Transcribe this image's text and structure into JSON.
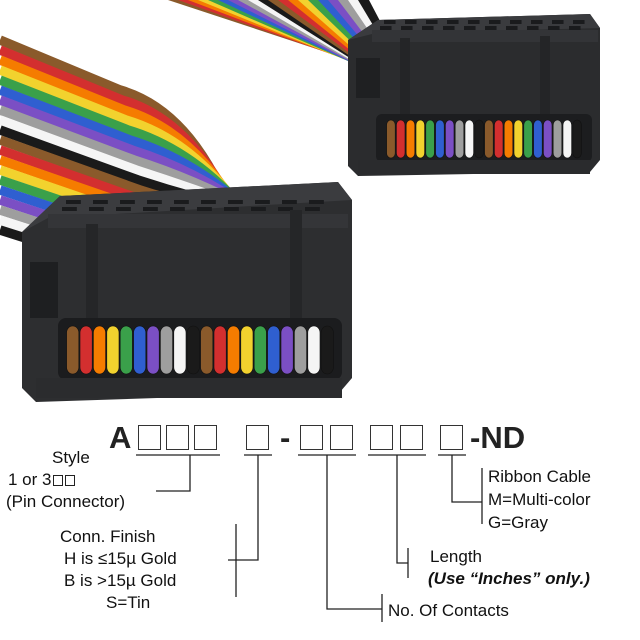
{
  "part_number": {
    "prefix": "A",
    "suffix": "-ND",
    "separator": "-"
  },
  "labels": {
    "style": {
      "title": "Style",
      "line1": "1 or 3",
      "line2": "(Pin Connector)"
    },
    "conn_finish": {
      "title": "Conn. Finish",
      "line1": "H is ≤15µ Gold",
      "line2": "B is >15µ Gold",
      "line3": "S=Tin"
    },
    "ribbon": {
      "title": "Ribbon Cable",
      "line1": "M=Multi-color",
      "line2": "G=Gray"
    },
    "length": {
      "title": "Length",
      "note": "(Use “Inches” only.)"
    },
    "contacts": {
      "title": "No. Of Contacts"
    }
  },
  "colors": {
    "housing": "#2e2f31",
    "housing_light": "#3c3d40",
    "line": "#222222",
    "ribbon": [
      "#8a5a2b",
      "#d32f2f",
      "#f57c00",
      "#f2d22e",
      "#3aa04a",
      "#2f5fd0",
      "#7b4fc4",
      "#9e9e9e",
      "#f5f5f5",
      "#1a1a1a"
    ]
  }
}
